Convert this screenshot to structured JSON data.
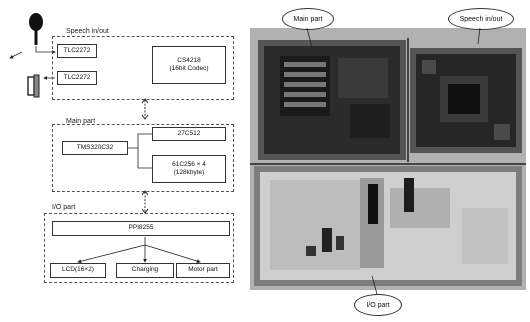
{
  "diagram": {
    "sections": {
      "speech": "Speech in/out",
      "main": "Main part",
      "io": "I/O part"
    },
    "speech_boxes": {
      "tlc_out": "TLC2272",
      "tlc_in": "TLC2272",
      "codec": "CS4218\n(16bit Codec)"
    },
    "main_boxes": {
      "dsp": "TMS320C32",
      "rom": "27C512",
      "ram": "61C256 × 4\n(128kbyte)"
    },
    "io_boxes": {
      "ppi": "PPI8255",
      "lcd": "LCD(16×2)",
      "charging": "Charging",
      "motor": "Motor part"
    }
  },
  "photo": {
    "callouts": {
      "main": "Main part",
      "speech": "Speech in/out",
      "io": "I/O part"
    }
  }
}
